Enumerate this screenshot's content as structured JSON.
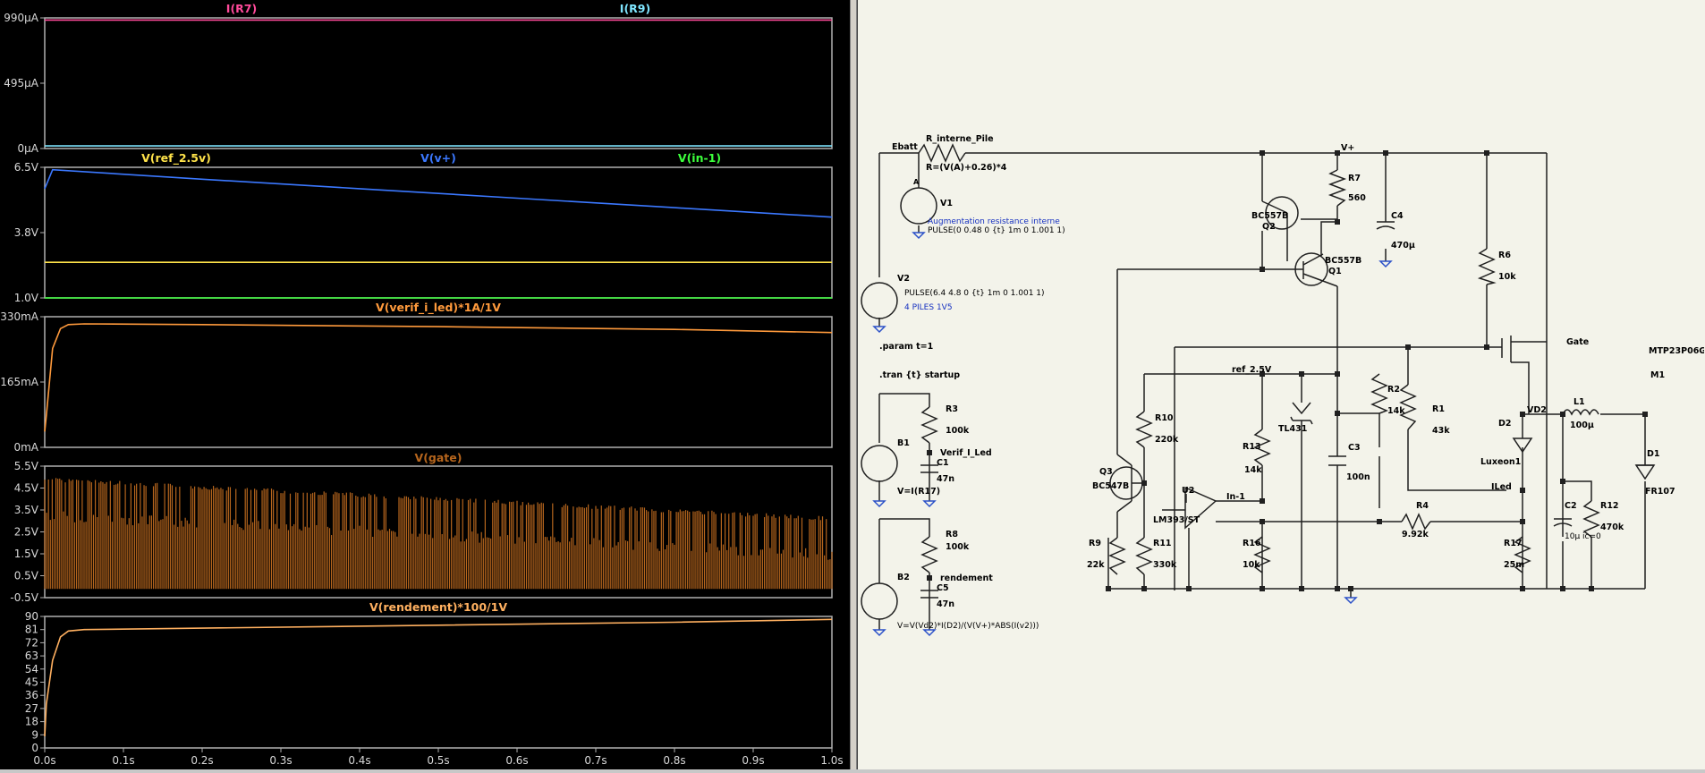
{
  "colors": {
    "pink": "#ff4a9a",
    "cyan": "#7fe6ff",
    "yellow": "#ffe34a",
    "blue": "#3b78ff",
    "green": "#3cff3c",
    "orange": "#ff9a3c",
    "gate": "#b5651d",
    "yield": "#ffb060"
  },
  "x_ticks": [
    "0.0s",
    "0.1s",
    "0.2s",
    "0.3s",
    "0.4s",
    "0.5s",
    "0.6s",
    "0.7s",
    "0.8s",
    "0.9s",
    "1.0s"
  ],
  "chart_data": [
    {
      "type": "line",
      "series": [
        {
          "name": "I(R7)",
          "x": [
            0,
            1.0
          ],
          "y": [
            974,
            974
          ]
        },
        {
          "name": "I(R9)",
          "x": [
            0,
            1.0
          ],
          "y": [
            20,
            20
          ]
        }
      ],
      "y_ticks": [
        "990µA",
        "495µA",
        "0µA"
      ],
      "ylim": [
        0,
        990
      ],
      "xlim": [
        0,
        1.0
      ]
    },
    {
      "type": "line",
      "series": [
        {
          "name": "V(ref_2.5v)",
          "x": [
            0,
            1.0
          ],
          "y": [
            2.5,
            2.5
          ]
        },
        {
          "name": "V(v+)",
          "x": [
            0,
            0.01,
            0.2,
            0.4,
            0.6,
            0.8,
            1.0
          ],
          "y": [
            5.6,
            6.4,
            6.0,
            5.6,
            5.2,
            4.8,
            4.4
          ]
        },
        {
          "name": "V(in-1)",
          "x": [
            0,
            1.0
          ],
          "y": [
            1.0,
            1.0
          ]
        }
      ],
      "y_ticks": [
        "6.5V",
        "3.8V",
        "1.0V"
      ],
      "ylim": [
        1.0,
        6.5
      ],
      "xlim": [
        0,
        1.0
      ]
    },
    {
      "type": "line",
      "series": [
        {
          "name": "V(verif_i_led)*1A/1V",
          "x": [
            0,
            0.002,
            0.01,
            0.02,
            0.03,
            0.05,
            0.2,
            0.5,
            0.8,
            1.0
          ],
          "y": [
            40,
            80,
            250,
            300,
            310,
            312,
            310,
            305,
            298,
            290
          ]
        }
      ],
      "y_ticks": [
        "330mA",
        "165mA",
        "0mA"
      ],
      "ylim": [
        0,
        330
      ],
      "xlim": [
        0,
        1.0
      ]
    },
    {
      "type": "line",
      "series": [
        {
          "name": "V(gate)",
          "x": [
            0,
            1.0
          ],
          "y_high": [
            5.0,
            3.2
          ],
          "y_low": [
            -0.1,
            -0.1
          ]
        }
      ],
      "y_ticks": [
        "5.5V",
        "4.5V",
        "3.5V",
        "2.5V",
        "1.5V",
        "0.5V",
        "-0.5V"
      ],
      "ylim": [
        -0.5,
        5.5
      ],
      "xlim": [
        0,
        1.0
      ]
    },
    {
      "type": "line",
      "series": [
        {
          "name": "V(rendement)*100/1V",
          "x": [
            0,
            0.002,
            0.01,
            0.02,
            0.03,
            0.05,
            0.2,
            0.5,
            0.8,
            1.0
          ],
          "y": [
            8,
            30,
            60,
            76,
            80,
            81,
            82,
            84,
            86,
            88
          ]
        }
      ],
      "y_ticks": [
        "90",
        "81",
        "72",
        "63",
        "54",
        "45",
        "36",
        "27",
        "18",
        "9",
        "0"
      ],
      "ylim": [
        0,
        90
      ],
      "xlim": [
        0,
        1.0
      ]
    }
  ],
  "schematic": {
    "labels": {
      "ebatt": "Ebatt",
      "r_interne_name": "R_interne_Pile",
      "r_interne_value": "R=(V(A)+0.26)*4",
      "a": "A",
      "v1": "V1",
      "augmentation": "Augmentation resistance interne",
      "pulse1": "PULSE(0 0.48 0 {t} 1m 0 1.001 1)",
      "v2": "V2",
      "pulse2": "PULSE(6.4 4.8 0 {t} 1m 0 1.001 1)",
      "piles": "4 PILES 1V5",
      "param": ".param t=1",
      "tran": ".tran {t} startup",
      "r3": "R3",
      "r3v": "100k",
      "verif": "Verif_I_Led",
      "c1": "C1",
      "c1v": "47n",
      "b1": "B1",
      "b1v": "V=I(R17)",
      "r8": "R8",
      "r8v": "100k",
      "rendement": "rendement",
      "c5": "C5",
      "c5v": "47n",
      "b2": "B2",
      "b2v": "V=V(Vd2)*I(D2)/(V(V+)*ABS(I(v2)))",
      "vplus": "V+",
      "bc557_q2": "BC557B",
      "q2": "Q2",
      "r7": "R7",
      "r7v": "560",
      "c4": "C4",
      "c4v": "470µ",
      "bc557_q1": "BC557B",
      "q1": "Q1",
      "r6": "R6",
      "r6v": "10k",
      "gate": "Gate",
      "mtp": "MTP23P06G",
      "m1": "M1",
      "ref": "ref_2.5V",
      "r10": "R10",
      "r10v": "220k",
      "r13": "R13",
      "r13v": "14k",
      "tl431": "TL431",
      "c3": "C3",
      "c3v": "100n",
      "r2": "R2",
      "r2v": "14k",
      "r1": "R1",
      "r1v": "43k",
      "d2": "D2",
      "luxeon": "Luxeon1",
      "vd2": "VD2",
      "l1": "L1",
      "l1v": "100µ",
      "d1": "D1",
      "fr107": "FR107",
      "q3": "Q3",
      "bc547": "BC547B",
      "u2": "U2",
      "lm393": "LM393/ST",
      "in1": "In-1",
      "iled": "ILed",
      "r4": "R4",
      "r4v": "9.92k",
      "c2": "C2",
      "c2v": "10µ ic=0",
      "r12": "R12",
      "r12v": "470k",
      "r9": "R9",
      "r9v": "22k",
      "r11": "R11",
      "r11v": "330k",
      "r16": "R16",
      "r16v": "10k",
      "r17": "R17",
      "r17v": "25m"
    }
  }
}
